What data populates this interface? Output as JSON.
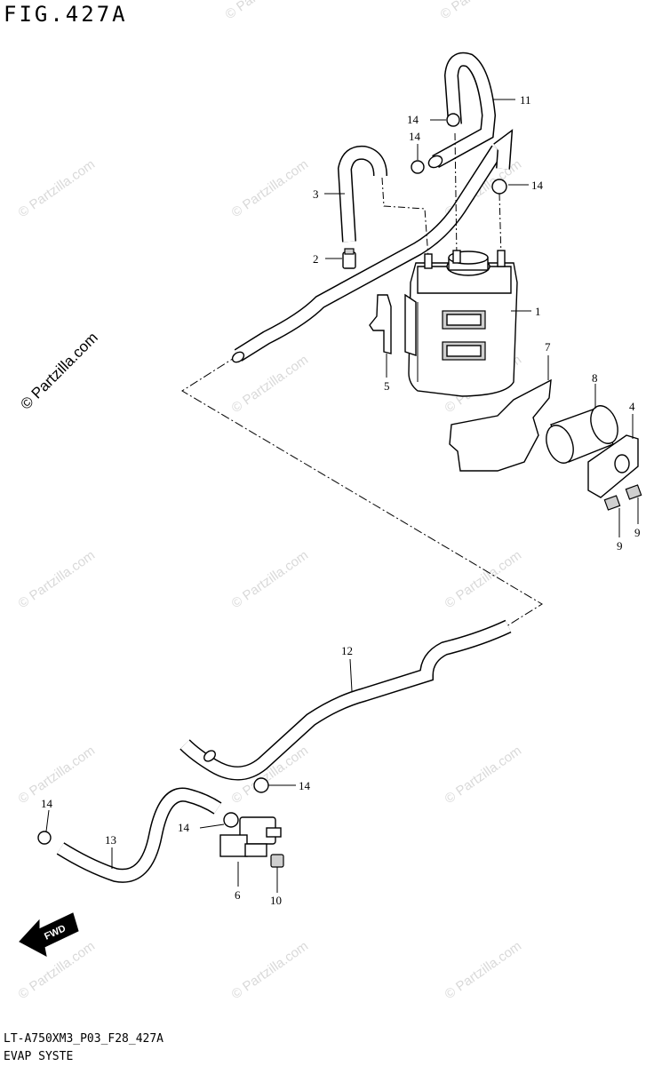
{
  "figure": {
    "title": "FIG.427A"
  },
  "footer": {
    "code": "LT-A750XM3_P03_F28_427A",
    "name": "EVAP SYSTE"
  },
  "watermark": {
    "text": "© Partzilla.com"
  },
  "fwd_arrow": {
    "text": "FWD"
  },
  "callouts": {
    "c1": "1",
    "c2": "2",
    "c3": "3",
    "c4": "4",
    "c5": "5",
    "c6": "6",
    "c7": "7",
    "c8": "8",
    "c9a": "9",
    "c9b": "9",
    "c10": "10",
    "c11": "11",
    "c12": "12",
    "c13": "13",
    "c14a": "14",
    "c14b": "14",
    "c14c": "14",
    "c14d": "14",
    "c14e": "14",
    "c14f": "14"
  }
}
